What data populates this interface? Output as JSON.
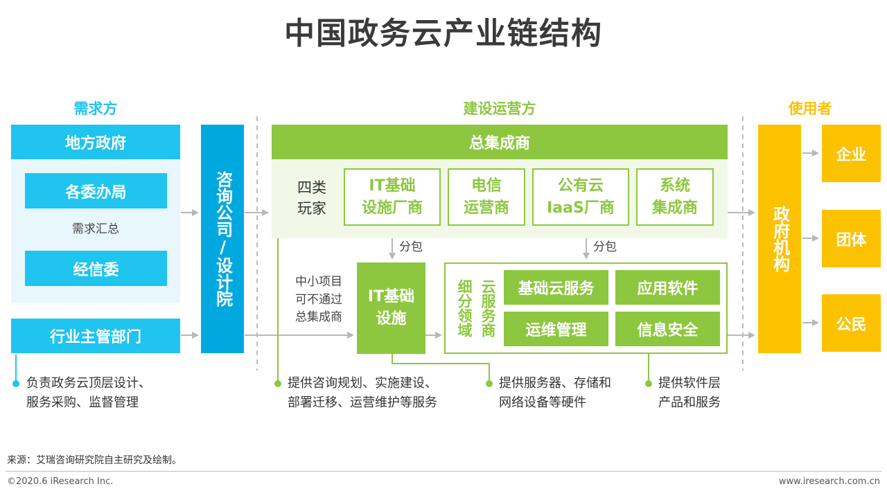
{
  "title": "中国政务云产业链结构",
  "sections": {
    "demand": "需求方",
    "construction": "建设运营方",
    "users": "使用者"
  },
  "demand": {
    "local_gov": "地方政府",
    "committees": "各委办局",
    "aggregate": "需求汇总",
    "econ_committee": "经信委",
    "industry_dept": "行业主管部门",
    "consulting": "咨询公司/设计院",
    "note": [
      "负责政务云顶层设计、",
      "服务采购、监督管理"
    ]
  },
  "construction": {
    "integrator": "总集成商",
    "four_players": [
      "四类",
      "玩家"
    ],
    "players": [
      [
        "IT基础",
        "设施厂商"
      ],
      [
        "电信",
        "运营商"
      ],
      [
        "公有云",
        "IaaS厂商"
      ],
      [
        "系统",
        "集成商"
      ]
    ],
    "subcontract_1": "分包",
    "subcontract_2": "分包",
    "small_projects": [
      "中小项目",
      "可不通过",
      "总集成商"
    ],
    "it_infra": [
      "IT基础",
      "设施"
    ],
    "segment_label_1": "细分领域",
    "segment_label_2": "云服务商",
    "services": [
      "基础云服务",
      "应用软件",
      "运维管理",
      "信息安全"
    ],
    "note_consulting": [
      "提供咨询规划、实施建设、",
      "部署迁移、运营维护等服务"
    ],
    "note_hardware": [
      "提供服务器、存储和",
      "网络设备等硬件"
    ],
    "note_software": [
      "提供软件层",
      "产品和服务"
    ]
  },
  "users": {
    "gov_agency": "政府机构",
    "enterprise": "企业",
    "group": "团体",
    "citizen": "公民"
  },
  "footer": {
    "source": "来源：艾瑞咨询研究院自主研究及绘制。",
    "copyright": "©2020.6 iResearch Inc.",
    "website": "www.iresearch.com.cn"
  },
  "colors": {
    "cyan": "#1fc4ef",
    "blue": "#00a8e0",
    "green": "#8dc73f",
    "yellow": "#fcc200"
  }
}
